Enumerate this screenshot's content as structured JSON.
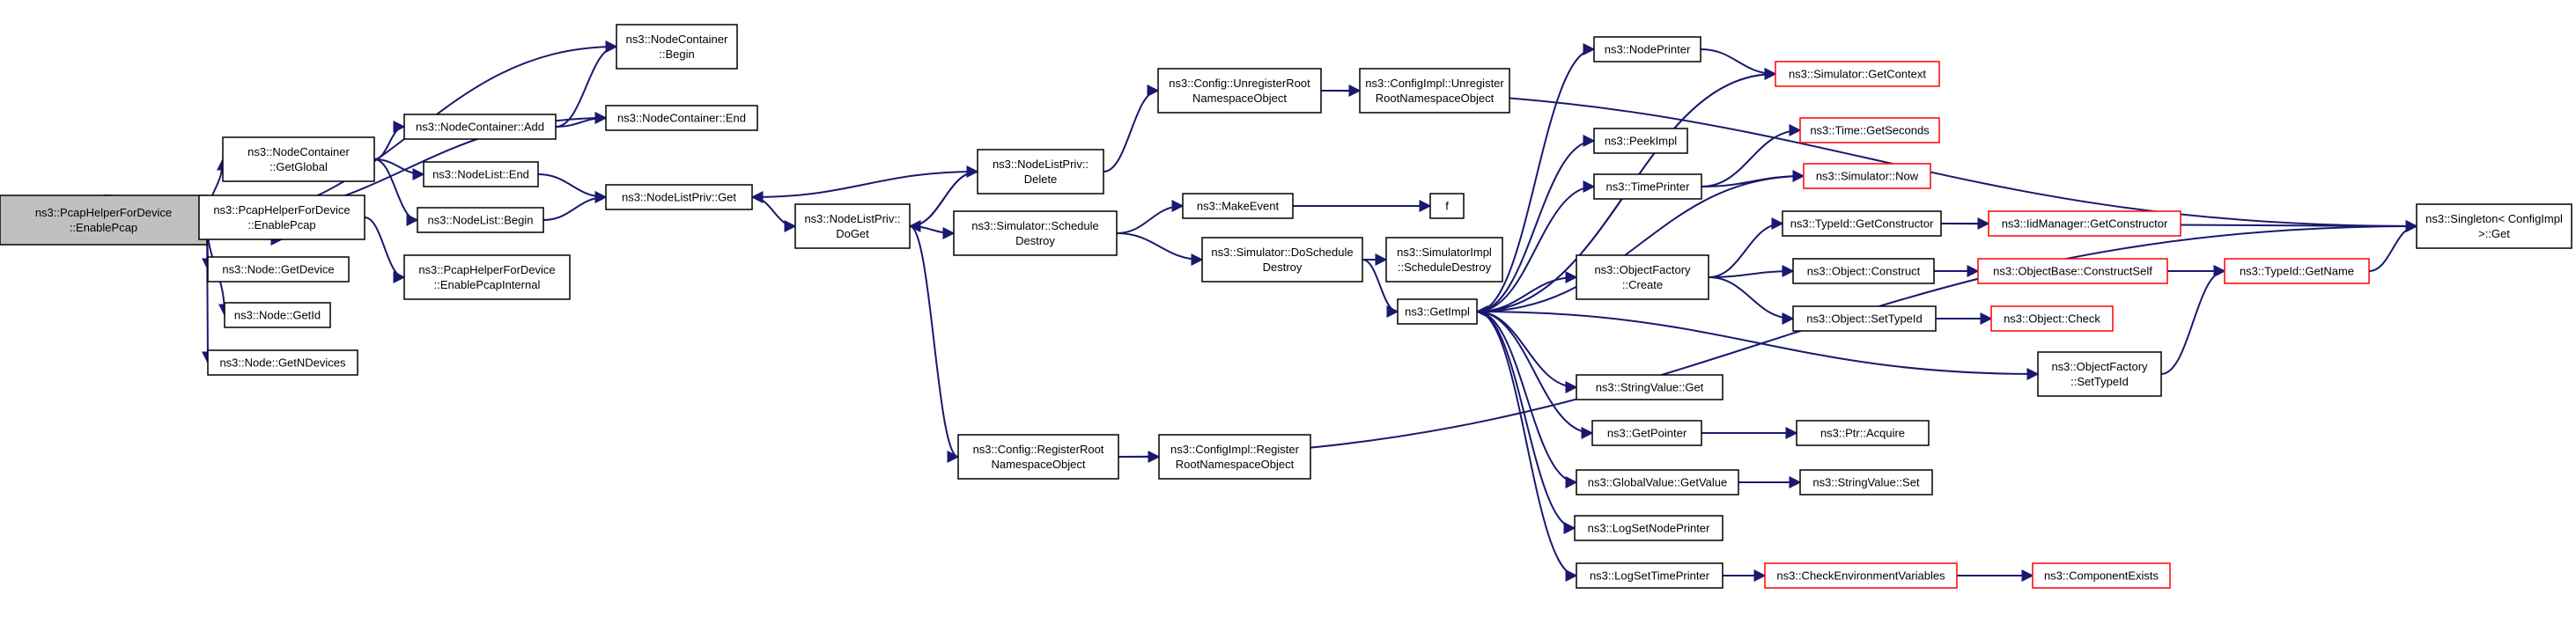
{
  "title": "",
  "colors": {
    "edge": "#191970",
    "border_default": "#000000",
    "border_truncated": "#ff0000",
    "fill_default": "#ffffff",
    "fill_root": "#bfbfbf"
  },
  "nodes": [
    {
      "id": "root",
      "lines": [
        "ns3::PcapHelperForDevice",
        "::EnablePcap"
      ],
      "border": "black",
      "root": true
    },
    {
      "id": "nc_begin",
      "lines": [
        "ns3::NodeContainer",
        "::Begin"
      ],
      "border": "black"
    },
    {
      "id": "nc_end",
      "lines": [
        "ns3::NodeContainer::End"
      ],
      "border": "black"
    },
    {
      "id": "nc_add",
      "lines": [
        "ns3::NodeContainer::Add"
      ],
      "border": "black"
    },
    {
      "id": "nc_getglobal",
      "lines": [
        "ns3::NodeContainer",
        "::GetGlobal"
      ],
      "border": "black"
    },
    {
      "id": "nl_end",
      "lines": [
        "ns3::NodeList::End"
      ],
      "border": "black"
    },
    {
      "id": "nl_begin",
      "lines": [
        "ns3::NodeList::Begin"
      ],
      "border": "black"
    },
    {
      "id": "php_enablepcap",
      "lines": [
        "ns3::PcapHelperForDevice",
        "::EnablePcap"
      ],
      "border": "black"
    },
    {
      "id": "php_internal",
      "lines": [
        "ns3::PcapHelperForDevice",
        "::EnablePcapInternal"
      ],
      "border": "black"
    },
    {
      "id": "node_getdevice",
      "lines": [
        "ns3::Node::GetDevice"
      ],
      "border": "black"
    },
    {
      "id": "node_getid",
      "lines": [
        "ns3::Node::GetId"
      ],
      "border": "black"
    },
    {
      "id": "node_getndevices",
      "lines": [
        "ns3::Node::GetNDevices"
      ],
      "border": "black"
    },
    {
      "id": "nlp_get",
      "lines": [
        "ns3::NodeListPriv::Get"
      ],
      "border": "black"
    },
    {
      "id": "nlp_doget",
      "lines": [
        "ns3::NodeListPriv::",
        "DoGet"
      ],
      "border": "black"
    },
    {
      "id": "nlp_delete",
      "lines": [
        "ns3::NodeListPriv::",
        "Delete"
      ],
      "border": "black"
    },
    {
      "id": "sim_schedule_destroy",
      "lines": [
        "ns3::Simulator::Schedule",
        "Destroy"
      ],
      "border": "black"
    },
    {
      "id": "cfg_register",
      "lines": [
        "ns3::Config::RegisterRoot",
        "NamespaceObject"
      ],
      "border": "black"
    },
    {
      "id": "cfg_unregister",
      "lines": [
        "ns3::Config::UnregisterRoot",
        "NamespaceObject"
      ],
      "border": "black"
    },
    {
      "id": "cfgimpl_unregister",
      "lines": [
        "ns3::ConfigImpl::Unregister",
        "RootNamespaceObject"
      ],
      "border": "black"
    },
    {
      "id": "cfgimpl_register",
      "lines": [
        "ns3::ConfigImpl::Register",
        "RootNamespaceObject"
      ],
      "border": "black"
    },
    {
      "id": "makeevent",
      "lines": [
        "ns3::MakeEvent"
      ],
      "border": "black"
    },
    {
      "id": "f",
      "lines": [
        "f"
      ],
      "border": "black"
    },
    {
      "id": "sim_doschedule",
      "lines": [
        "ns3::Simulator::DoSchedule",
        "Destroy"
      ],
      "border": "black"
    },
    {
      "id": "simimpl_schedule",
      "lines": [
        "ns3::SimulatorImpl",
        "::ScheduleDestroy"
      ],
      "border": "black"
    },
    {
      "id": "getimpl",
      "lines": [
        "ns3::GetImpl"
      ],
      "border": "black"
    },
    {
      "id": "nodeprinter",
      "lines": [
        "ns3::NodePrinter"
      ],
      "border": "black"
    },
    {
      "id": "sim_getcontext",
      "lines": [
        "ns3::Simulator::GetContext"
      ],
      "border": "red"
    },
    {
      "id": "peekimpl",
      "lines": [
        "ns3::PeekImpl"
      ],
      "border": "black"
    },
    {
      "id": "time_getseconds",
      "lines": [
        "ns3::Time::GetSeconds"
      ],
      "border": "red"
    },
    {
      "id": "timeprinter",
      "lines": [
        "ns3::TimePrinter"
      ],
      "border": "black"
    },
    {
      "id": "sim_now",
      "lines": [
        "ns3::Simulator::Now"
      ],
      "border": "red"
    },
    {
      "id": "typeid_getconstructor",
      "lines": [
        "ns3::TypeId::GetConstructor"
      ],
      "border": "black"
    },
    {
      "id": "iidmanager_getconstructor",
      "lines": [
        "ns3::IidManager::GetConstructor"
      ],
      "border": "red"
    },
    {
      "id": "objfactory_create",
      "lines": [
        "ns3::ObjectFactory",
        "::Create"
      ],
      "border": "black"
    },
    {
      "id": "object_construct",
      "lines": [
        "ns3::Object::Construct"
      ],
      "border": "black"
    },
    {
      "id": "objectbase_constructself",
      "lines": [
        "ns3::ObjectBase::ConstructSelf"
      ],
      "border": "red"
    },
    {
      "id": "typeid_getname",
      "lines": [
        "ns3::TypeId::GetName"
      ],
      "border": "red"
    },
    {
      "id": "object_settypeid",
      "lines": [
        "ns3::Object::SetTypeId"
      ],
      "border": "black"
    },
    {
      "id": "object_check",
      "lines": [
        "ns3::Object::Check"
      ],
      "border": "red"
    },
    {
      "id": "objfactory_settypeid",
      "lines": [
        "ns3::ObjectFactory",
        "::SetTypeId"
      ],
      "border": "black"
    },
    {
      "id": "singleton_get",
      "lines": [
        "ns3::Singleton< ConfigImpl",
        ">::Get"
      ],
      "border": "black"
    },
    {
      "id": "stringvalue_get",
      "lines": [
        "ns3::StringValue::Get"
      ],
      "border": "black"
    },
    {
      "id": "getpointer",
      "lines": [
        "ns3::GetPointer"
      ],
      "border": "black"
    },
    {
      "id": "ptr_acquire",
      "lines": [
        "ns3::Ptr::Acquire"
      ],
      "border": "black"
    },
    {
      "id": "globalvalue_getvalue",
      "lines": [
        "ns3::GlobalValue::GetValue"
      ],
      "border": "black"
    },
    {
      "id": "stringvalue_set",
      "lines": [
        "ns3::StringValue::Set"
      ],
      "border": "black"
    },
    {
      "id": "logsetnodeprinter",
      "lines": [
        "ns3::LogSetNodePrinter"
      ],
      "border": "black"
    },
    {
      "id": "logsettimeprinter",
      "lines": [
        "ns3::LogSetTimePrinter"
      ],
      "border": "black"
    },
    {
      "id": "checkenvvars",
      "lines": [
        "ns3::CheckEnvironmentVariables"
      ],
      "border": "red"
    },
    {
      "id": "componentexists",
      "lines": [
        "ns3::ComponentExists"
      ],
      "border": "red"
    }
  ],
  "edges": [
    [
      "root",
      "nc_begin"
    ],
    [
      "root",
      "nc_end"
    ],
    [
      "root",
      "nc_getglobal"
    ],
    [
      "root",
      "php_enablepcap"
    ],
    [
      "root",
      "node_getdevice"
    ],
    [
      "root",
      "node_getid"
    ],
    [
      "root",
      "node_getndevices"
    ],
    [
      "nc_add",
      "nc_begin"
    ],
    [
      "nc_add",
      "nc_end"
    ],
    [
      "nc_getglobal",
      "nc_add"
    ],
    [
      "nc_getglobal",
      "nl_end"
    ],
    [
      "nc_getglobal",
      "nl_begin"
    ],
    [
      "nl_end",
      "nlp_get"
    ],
    [
      "nl_begin",
      "nlp_get"
    ],
    [
      "php_enablepcap",
      "php_internal"
    ],
    [
      "nlp_get",
      "nlp_doget"
    ],
    [
      "nlp_doget",
      "nlp_delete"
    ],
    [
      "nlp_doget",
      "sim_schedule_destroy"
    ],
    [
      "nlp_doget",
      "cfg_register"
    ],
    [
      "nlp_delete",
      "nlp_get"
    ],
    [
      "nlp_delete",
      "nlp_doget"
    ],
    [
      "nlp_delete",
      "cfg_unregister"
    ],
    [
      "cfg_unregister",
      "cfgimpl_unregister"
    ],
    [
      "cfg_unregister",
      "singleton_get"
    ],
    [
      "sim_schedule_destroy",
      "makeevent"
    ],
    [
      "sim_schedule_destroy",
      "sim_doschedule"
    ],
    [
      "makeevent",
      "f"
    ],
    [
      "sim_doschedule",
      "simimpl_schedule"
    ],
    [
      "sim_doschedule",
      "getimpl"
    ],
    [
      "cfg_register",
      "cfgimpl_register"
    ],
    [
      "cfg_register",
      "singleton_get"
    ],
    [
      "getimpl",
      "nodeprinter"
    ],
    [
      "getimpl",
      "sim_getcontext"
    ],
    [
      "getimpl",
      "peekimpl"
    ],
    [
      "getimpl",
      "timeprinter"
    ],
    [
      "getimpl",
      "objfactory_create"
    ],
    [
      "getimpl",
      "objfactory_settypeid"
    ],
    [
      "getimpl",
      "stringvalue_get"
    ],
    [
      "getimpl",
      "getpointer"
    ],
    [
      "getimpl",
      "globalvalue_getvalue"
    ],
    [
      "getimpl",
      "logsetnodeprinter"
    ],
    [
      "getimpl",
      "logsettimeprinter"
    ],
    [
      "nodeprinter",
      "sim_getcontext"
    ],
    [
      "sim_getcontext",
      "getimpl"
    ],
    [
      "timeprinter",
      "time_getseconds"
    ],
    [
      "timeprinter",
      "sim_now"
    ],
    [
      "sim_now",
      "getimpl"
    ],
    [
      "objfactory_create",
      "typeid_getconstructor"
    ],
    [
      "objfactory_create",
      "object_construct"
    ],
    [
      "objfactory_create",
      "object_settypeid"
    ],
    [
      "typeid_getconstructor",
      "iidmanager_getconstructor"
    ],
    [
      "typeid_getconstructor",
      "singleton_get"
    ],
    [
      "object_construct",
      "objectbase_constructself"
    ],
    [
      "objectbase_constructself",
      "typeid_getname"
    ],
    [
      "typeid_getname",
      "singleton_get"
    ],
    [
      "object_settypeid",
      "object_check"
    ],
    [
      "objfactory_settypeid",
      "typeid_getname"
    ],
    [
      "getpointer",
      "ptr_acquire"
    ],
    [
      "globalvalue_getvalue",
      "stringvalue_set"
    ],
    [
      "logsettimeprinter",
      "checkenvvars"
    ],
    [
      "checkenvvars",
      "componentexists"
    ]
  ]
}
